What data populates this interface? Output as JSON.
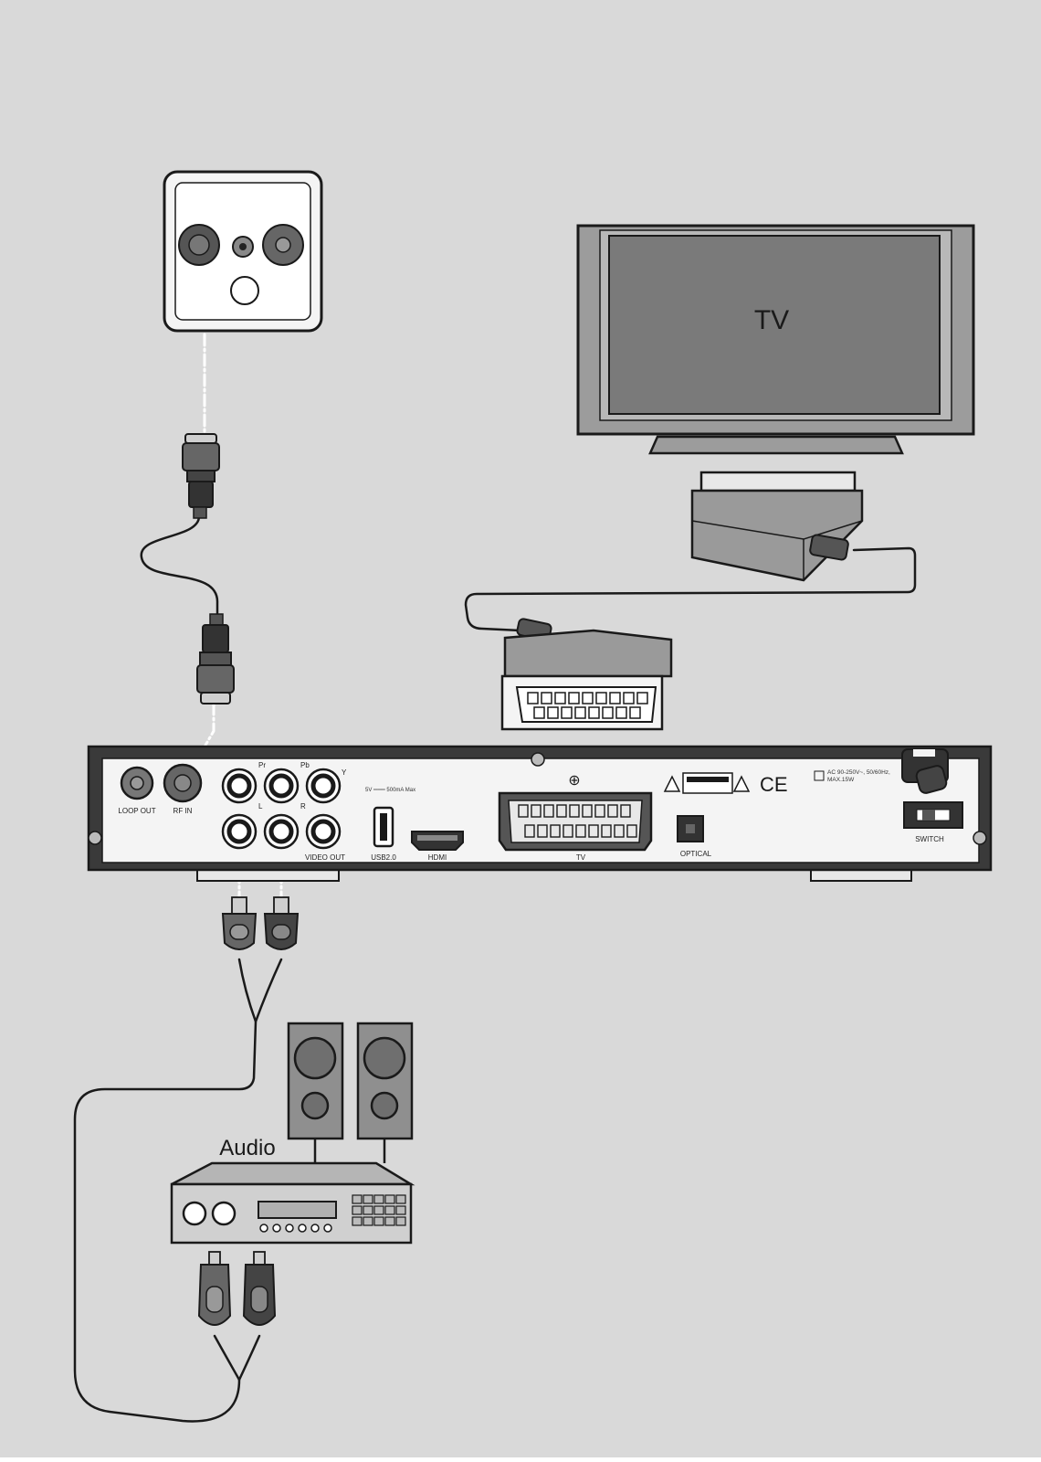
{
  "colors": {
    "background": "#d9d9d9",
    "line": "#1a1a1a",
    "device": "#f4f4f4",
    "tv_screen": "#7a7a7a",
    "tv_frame": "#9c9c9c",
    "speaker": "#8f8f8f"
  },
  "devices": {
    "tv": {
      "label": "TV"
    },
    "audio": {
      "label": "Audio"
    },
    "receiver": {
      "ports": {
        "loop_out": "LOOP OUT",
        "rf_in": "RF IN",
        "pr": "Pr",
        "pb": "Pb",
        "y": "Y",
        "l": "L",
        "r": "R",
        "video_out": "VIDEO OUT",
        "usb_rating": "5V ═══ 500mA Max",
        "usb": "USB2.0",
        "hdmi": "HDMI",
        "scart": "TV",
        "optical": "OPTICAL",
        "power_rating": "AC 90-250V~, 50/60Hz, MAX.15W",
        "switch": "SWITCH",
        "ce_mark": "CE"
      },
      "icons": [
        "antenna-wall-socket-icon",
        "warning-triangle-icon",
        "scart-connector-icon",
        "rca-plug-icon",
        "coax-plug-icon"
      ]
    }
  }
}
